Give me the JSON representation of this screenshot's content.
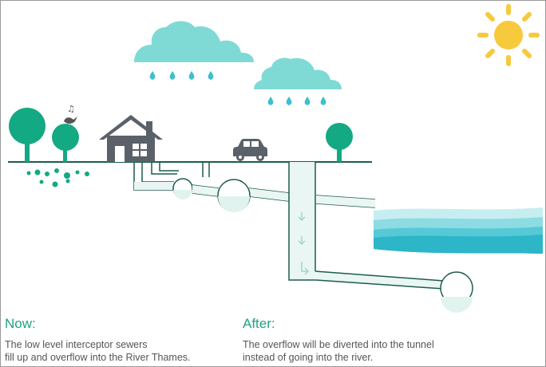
{
  "now": {
    "heading": "Now:",
    "line1": "The low level interceptor sewers",
    "line2": "fill up and overflow into the River Thames."
  },
  "after": {
    "heading": "After:",
    "line1": "The overflow will be diverted into the tunnel",
    "line2": "instead of going into the river."
  },
  "colors": {
    "green": "#1fa37f",
    "tree": "#13a983",
    "cloud": "#7fdad6",
    "house": "#5a6169",
    "water": "#3fbfcc",
    "sun": "#f7c93c",
    "pipe": "#1d5c4c"
  },
  "icons": [
    "sun-icon",
    "cloud-icon",
    "rain-drop-icon",
    "tree-icon",
    "house-icon",
    "car-icon",
    "bird-icon",
    "music-note-icon",
    "arrow-down-icon"
  ]
}
